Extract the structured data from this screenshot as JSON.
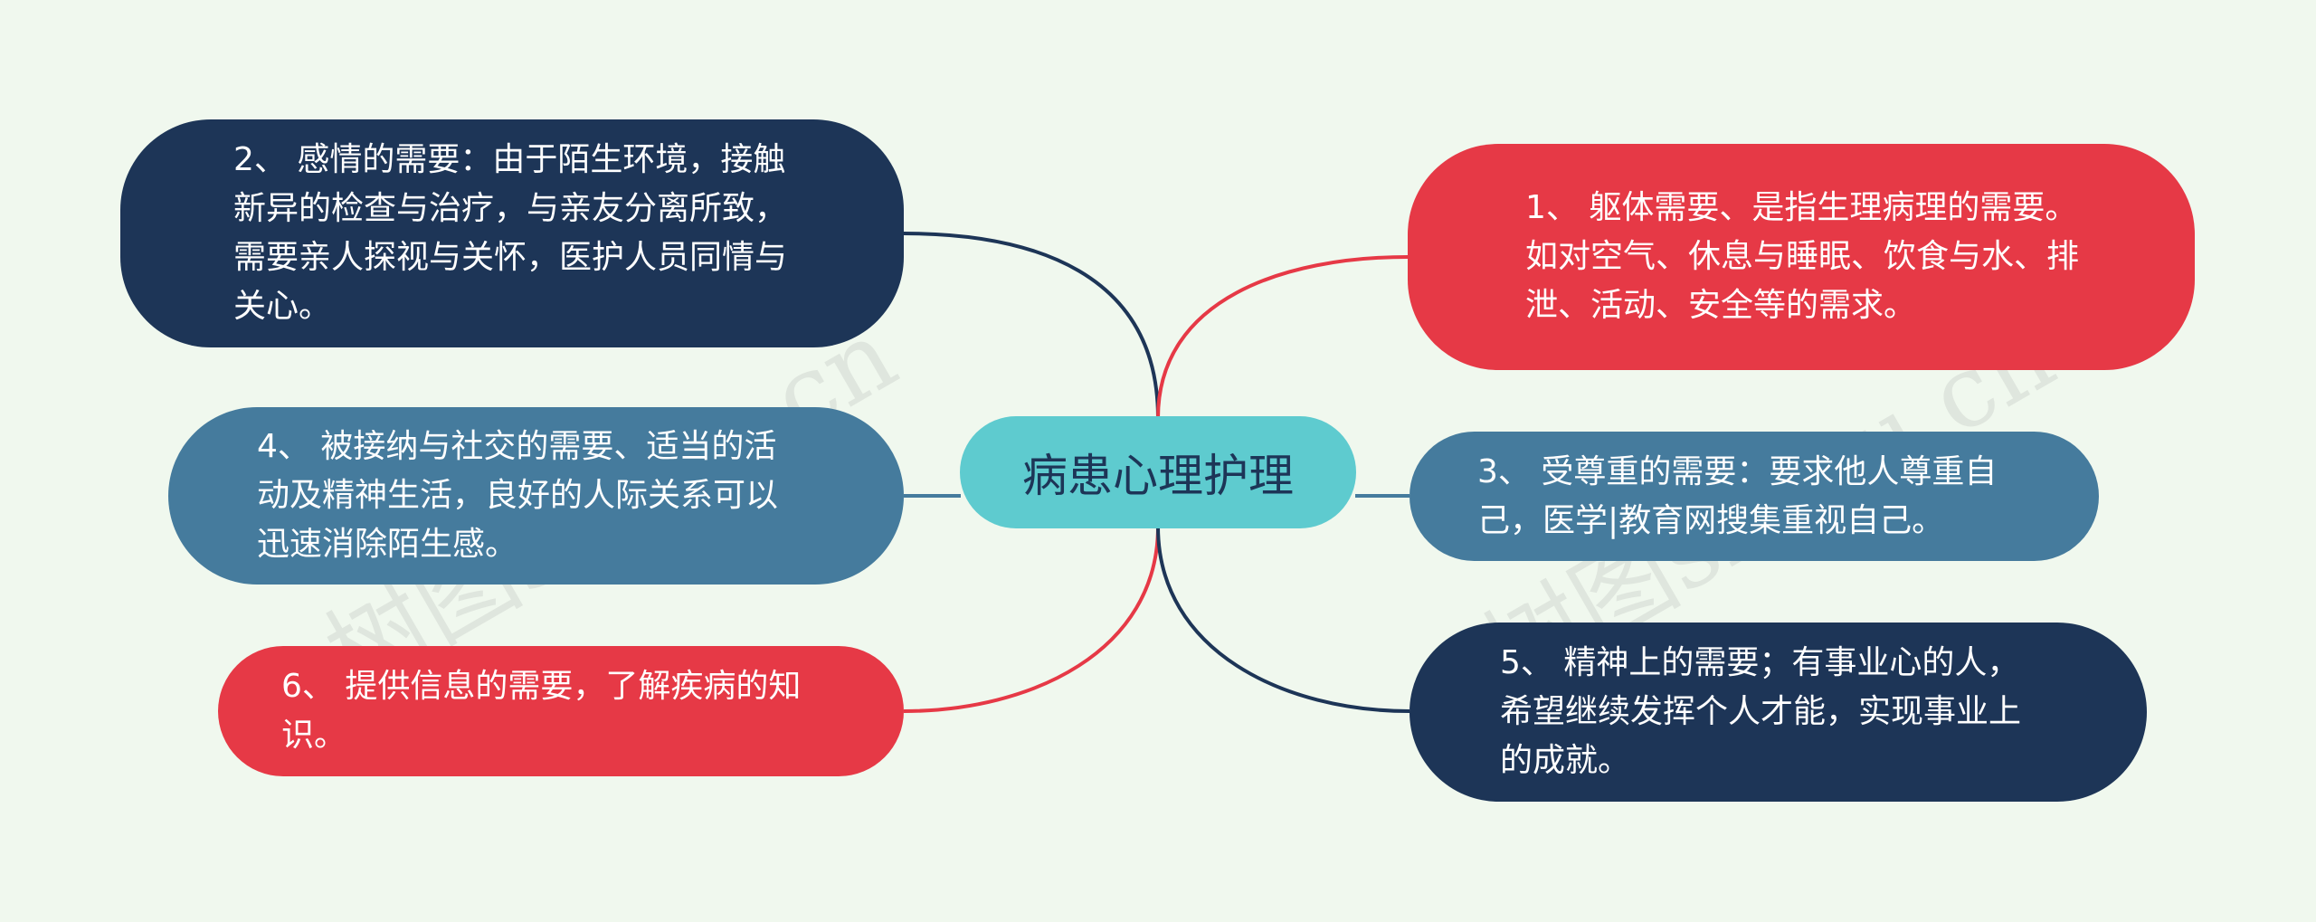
{
  "central_topic": "病患心理护理",
  "branches": {
    "b1": "1、 躯体需要、是指生理病理的需要。如对空气、休息与睡眠、饮食与水、排泄、活动、安全等的需求。",
    "b2": "2、 感情的需要：由于陌生环境，接触新异的检查与治疗，与亲友分离所致，需要亲人探视与关怀，医护人员同情与关心。",
    "b3": "3、 受尊重的需要：要求他人尊重自己，医学|教育网搜集重视自己。",
    "b4": "4、 被接纳与社交的需要、适当的活动及精神生活，良好的人际关系可以迅速消除陌生感。",
    "b5": "5、 精神上的需要；有事业心的人，希望继续发挥个人才能，实现事业上的成就。",
    "b6": "6、 提供信息的需要，了解疾病的知识。"
  },
  "watermark": "树图shutu.cn",
  "colors": {
    "background": "#f0f8ee",
    "center": "#5ecbcf",
    "navy": "#1d3557",
    "red": "#e63946",
    "steel": "#457b9d"
  }
}
